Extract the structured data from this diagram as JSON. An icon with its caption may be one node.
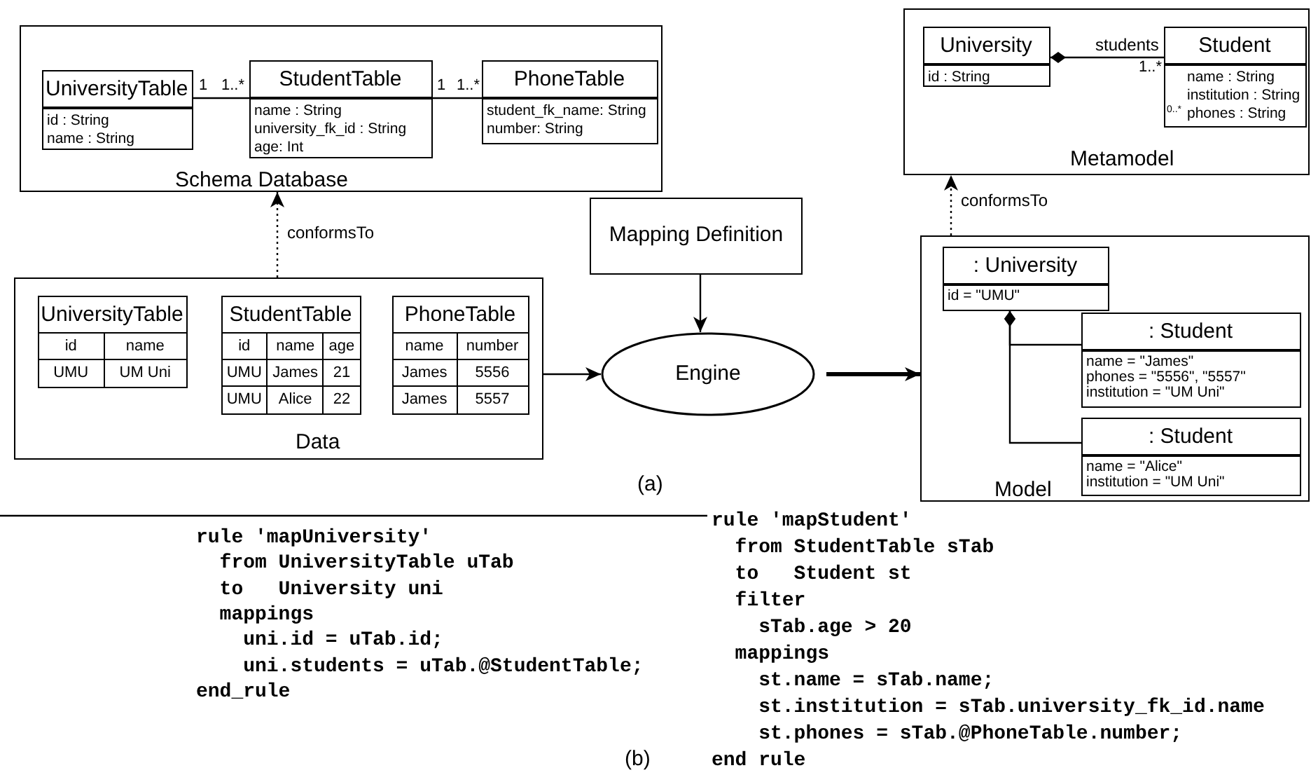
{
  "diagram": {
    "nodes": [
      {
        "text": [
          "Schema Database"
        ]
      },
      {
        "text": [
          "UniversityTable",
          "id : String",
          "name : String"
        ],
        "in": 0
      },
      {
        "text": [
          "StudentTable",
          "name : String",
          "university_fk_id : String",
          "age: Int"
        ],
        "in": 0
      },
      {
        "text": [
          "PhoneTable",
          "student_fk_name: String",
          "number: String"
        ],
        "in": 0
      },
      {
        "text": [
          "Metamodel"
        ]
      },
      {
        "text": [
          "University",
          "id : String"
        ],
        "in": 4
      },
      {
        "text": [
          "Student",
          "name : String",
          "institution : String",
          "phones : String"
        ],
        "in": 4
      },
      {
        "text": [
          "Data"
        ]
      },
      {
        "text": [
          "UniversityTable",
          "id",
          "name",
          "UMU",
          "UM Uni"
        ],
        "in": 7
      },
      {
        "text": [
          "StudentTable",
          "id",
          "name",
          "age",
          "UMU",
          "James",
          "21",
          "UMU",
          "Alice",
          "22"
        ],
        "in": 7
      },
      {
        "text": [
          "PhoneTable",
          "name",
          "number",
          "James",
          "5556",
          "James",
          "5557"
        ],
        "in": 7
      },
      {
        "text": [
          "Mapping Definition"
        ]
      },
      {
        "text": [
          "Engine"
        ]
      },
      {
        "text": [
          "Model"
        ]
      },
      {
        "text": [
          ": University",
          "id = \"UMU\""
        ],
        "in": 13
      },
      {
        "text": [
          ": Student",
          "name = \"James\"",
          "phones = \"5556\", \"5557\"",
          "institution = \"UM Uni\""
        ],
        "in": 13
      },
      {
        "text": [
          ": Student",
          "name = \"Alice\"",
          "institution = \"UM Uni\""
        ],
        "in": 13
      }
    ],
    "edges": [
      {
        "from": 1,
        "to": 2,
        "arrow": "none"
      },
      {
        "from": 2,
        "to": 3,
        "arrow": "none"
      },
      {
        "from": 6,
        "to": 5,
        "arrow": "other",
        "label": "students"
      },
      {
        "from": 7,
        "to": 0,
        "arrow": "to",
        "style": "dashed",
        "label": "conformsTo"
      },
      {
        "from": 11,
        "to": 12,
        "arrow": "to"
      },
      {
        "from": 7,
        "to": 12,
        "arrow": "to"
      },
      {
        "from": 12,
        "to": 13,
        "arrow": "to",
        "style": "thick"
      },
      {
        "from": 13,
        "to": 4,
        "arrow": "to",
        "style": "dashed",
        "label": "conformsTo"
      },
      {
        "from": 15,
        "to": 14,
        "arrow": "other"
      },
      {
        "from": 16,
        "to": 14,
        "arrow": "other"
      }
    ],
    "labels": [
      "1",
      "1..*",
      "1",
      "1..*",
      "1..*",
      "0..*",
      "(a)",
      "rule 'mapUniversity'",
      "from UniversityTable uTab",
      "to   University uni",
      "mappings",
      "uni.id = uTab.id;",
      "uni.students = uTab.@StudentTable;",
      "end_rule",
      "rule 'mapStudent'",
      "from StudentTable sTab",
      "to   Student st",
      "filter",
      "sTab.age > 20",
      "mappings",
      "st.name = sTab.name;",
      "st.institution = sTab.university_fk_id.name",
      "st.phones = sTab.@PhoneTable.number;",
      "(b)",
      "end rule"
    ]
  }
}
